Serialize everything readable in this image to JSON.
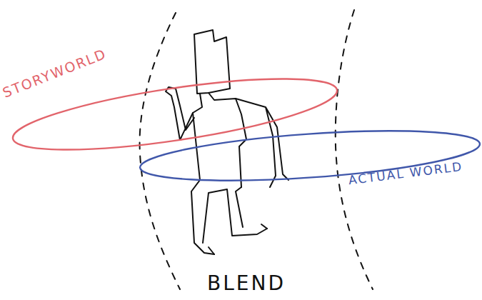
{
  "diagram": {
    "nodes": [
      {
        "text": [
          "STORYWORLD"
        ]
      },
      {
        "text": [
          "ACTUAL WORLD"
        ]
      }
    ],
    "labels": [
      "BLEND"
    ]
  }
}
